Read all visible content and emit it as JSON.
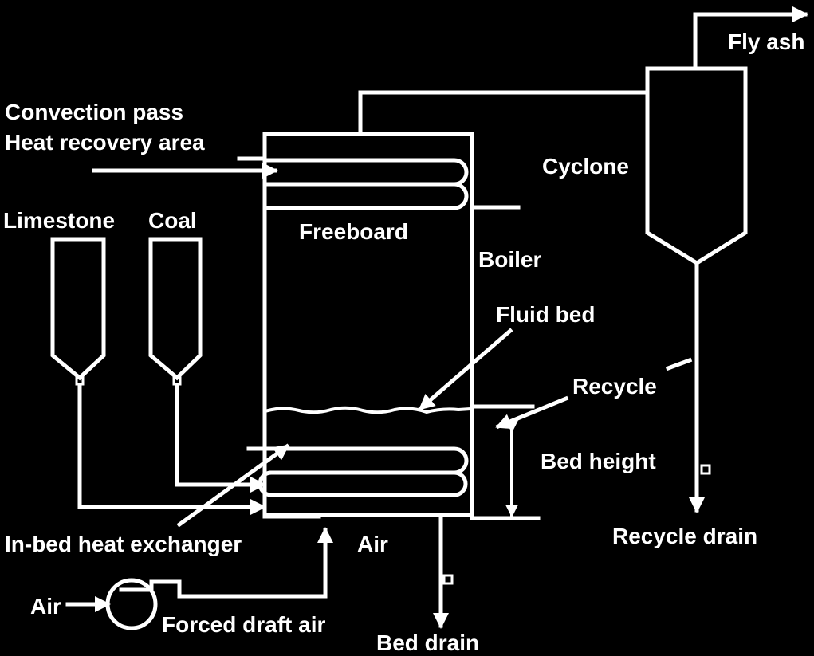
{
  "colors": {
    "background": "#000000",
    "ink": "#ffffff"
  },
  "labels": {
    "fly_ash": "Fly ash",
    "convection_pass": "Convection pass",
    "heat_recovery_area": "Heat recovery area",
    "cyclone": "Cyclone",
    "limestone": "Limestone",
    "coal": "Coal",
    "freeboard": "Freeboard",
    "boiler": "Boiler",
    "fluid_bed": "Fluid bed",
    "recycle": "Recycle",
    "bed_height": "Bed height",
    "recycle_drain": "Recycle drain",
    "in_bed_heat_exchanger": "In-bed heat exchanger",
    "air_inlet": "Air",
    "air_source": "Air",
    "forced_draft_air": "Forced draft air",
    "bed_drain": "Bed drain"
  }
}
